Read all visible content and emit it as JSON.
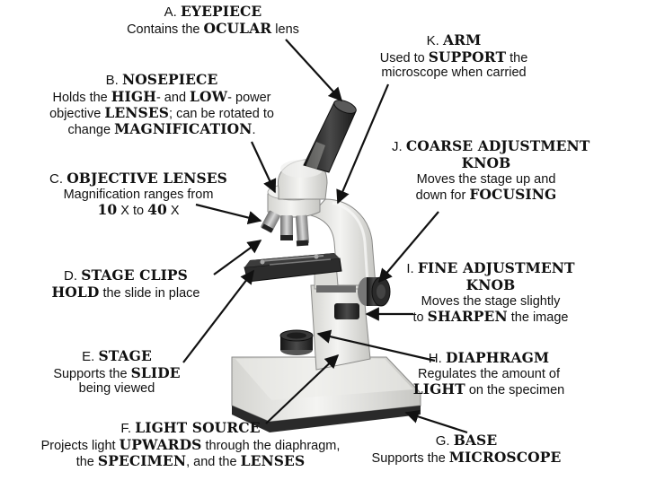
{
  "colors": {
    "arrow": "#111111",
    "body_white": "#eeeeec",
    "body_shade": "#c9c9c5",
    "dark_part": "#2b2b2b",
    "metal": "#9a9a9a"
  },
  "labels": [
    {
      "id": "eyepiece",
      "title": [
        {
          "t": "A. ",
          "b": false
        },
        {
          "t": "EYEPIECE",
          "b": true
        }
      ],
      "desc": [
        [
          {
            "t": "Contains the ",
            "b": false
          },
          {
            "t": "OCULAR",
            "b": true
          },
          {
            "t": " lens",
            "b": false
          }
        ]
      ]
    },
    {
      "id": "arm",
      "title": [
        {
          "t": "K. ",
          "b": false
        },
        {
          "t": "ARM",
          "b": true
        }
      ],
      "desc": [
        [
          {
            "t": "Used to ",
            "b": false
          },
          {
            "t": "SUPPORT",
            "b": true
          },
          {
            "t": " the",
            "b": false
          }
        ],
        [
          {
            "t": "microscope when carried",
            "b": false
          }
        ]
      ]
    },
    {
      "id": "nosepiece",
      "title": [
        {
          "t": "B. ",
          "b": false
        },
        {
          "t": "NOSEPIECE",
          "b": true
        }
      ],
      "desc": [
        [
          {
            "t": "Holds the ",
            "b": false
          },
          {
            "t": "HIGH",
            "b": true
          },
          {
            "t": "- and ",
            "b": false
          },
          {
            "t": "LOW",
            "b": true
          },
          {
            "t": "- power",
            "b": false
          }
        ],
        [
          {
            "t": "objective ",
            "b": false
          },
          {
            "t": "LENSES",
            "b": true
          },
          {
            "t": ";  can be rotated to",
            "b": false
          }
        ],
        [
          {
            "t": "change ",
            "b": false
          },
          {
            "t": "MAGNIFICATION",
            "b": true
          },
          {
            "t": ".",
            "b": false
          }
        ]
      ]
    },
    {
      "id": "coarse",
      "title": [
        {
          "t": "J. ",
          "b": false
        },
        {
          "t": "COARSE ADJUSTMENT",
          "b": true
        }
      ],
      "title2": [
        {
          "t": "KNOB",
          "b": true
        }
      ],
      "desc": [
        [
          {
            "t": "Moves the stage up and",
            "b": false
          }
        ],
        [
          {
            "t": "down for ",
            "b": false
          },
          {
            "t": "FOCUSING",
            "b": true
          }
        ]
      ]
    },
    {
      "id": "objective",
      "title": [
        {
          "t": "C. ",
          "b": false
        },
        {
          "t": "OBJECTIVE LENSES",
          "b": true
        }
      ],
      "desc": [
        [
          {
            "t": "Magnification ranges from",
            "b": false
          }
        ],
        [
          {
            "t": "10",
            "b": true
          },
          {
            "t": " X to ",
            "b": false
          },
          {
            "t": "40",
            "b": true
          },
          {
            "t": " X",
            "b": false
          }
        ]
      ]
    },
    {
      "id": "stage_clips",
      "title": [
        {
          "t": "D. ",
          "b": false
        },
        {
          "t": "STAGE CLIPS",
          "b": true
        }
      ],
      "desc": [
        [
          {
            "t": "HOLD",
            "b": true
          },
          {
            "t": " the slide in place",
            "b": false
          }
        ]
      ]
    },
    {
      "id": "fine",
      "title": [
        {
          "t": "I. ",
          "b": false
        },
        {
          "t": "FINE ADJUSTMENT",
          "b": true
        }
      ],
      "title2": [
        {
          "t": "KNOB",
          "b": true
        }
      ],
      "desc": [
        [
          {
            "t": "Moves the stage slightly",
            "b": false
          }
        ],
        [
          {
            "t": "to ",
            "b": false
          },
          {
            "t": "SHARPEN",
            "b": true
          },
          {
            "t": " the image",
            "b": false
          }
        ]
      ]
    },
    {
      "id": "stage",
      "title": [
        {
          "t": "E. ",
          "b": false
        },
        {
          "t": "STAGE",
          "b": true
        }
      ],
      "desc": [
        [
          {
            "t": "Supports the ",
            "b": false
          },
          {
            "t": "SLIDE",
            "b": true
          }
        ],
        [
          {
            "t": "being viewed",
            "b": false
          }
        ]
      ]
    },
    {
      "id": "diaphragm",
      "title": [
        {
          "t": "H. ",
          "b": false
        },
        {
          "t": "DIAPHRAGM",
          "b": true
        }
      ],
      "desc": [
        [
          {
            "t": "Regulates the amount of",
            "b": false
          }
        ],
        [
          {
            "t": "LIGHT",
            "b": true
          },
          {
            "t": " on the specimen",
            "b": false
          }
        ]
      ]
    },
    {
      "id": "light_source",
      "title": [
        {
          "t": "F. ",
          "b": false
        },
        {
          "t": "LIGHT SOURCE",
          "b": true
        }
      ],
      "desc": [
        [
          {
            "t": "Projects light ",
            "b": false
          },
          {
            "t": "UPWARDS",
            "b": true
          },
          {
            "t": " through the diaphragm,",
            "b": false
          }
        ],
        [
          {
            "t": "the ",
            "b": false
          },
          {
            "t": "SPECIMEN",
            "b": true
          },
          {
            "t": ", and the ",
            "b": false
          },
          {
            "t": "LENSES",
            "b": true
          }
        ]
      ]
    },
    {
      "id": "base",
      "title": [
        {
          "t": "G. ",
          "b": false
        },
        {
          "t": "BASE",
          "b": true
        }
      ],
      "desc": [
        [
          {
            "t": "Supports the ",
            "b": false
          },
          {
            "t": "MICROSCOPE",
            "b": true
          }
        ]
      ]
    }
  ]
}
